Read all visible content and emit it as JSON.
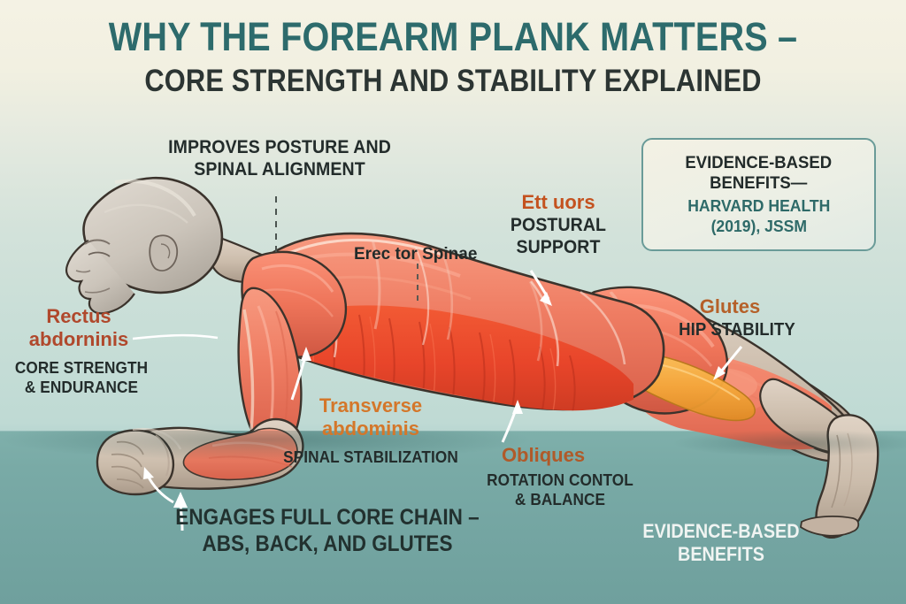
{
  "title": {
    "line1": "WHY THE FOREARM PLANK MATTERS –",
    "line2": "CORE STRENGTH AND STABILITY EXPLAINED",
    "color_primary": "#2d6b6c",
    "color_secondary": "#2c3533"
  },
  "background": {
    "top_color": "#f4f2e4",
    "mid_color": "#c8ded7",
    "floor_color": "#79aaa6"
  },
  "callouts": {
    "posture": {
      "text": "IMPROVES POSTURE AND\nSPINAL ALIGNMENT"
    },
    "erector_spinae": {
      "text": "Erec tor Spinae"
    },
    "rectus": {
      "muscle": "Rectus\nabdorninis",
      "sub": "CORE STRENGTH\n& ENDURANCE",
      "color": "#b0482c"
    },
    "erectors": {
      "muscle": "Ett uors",
      "sub": "POSTURAL\nSUPPORT",
      "color": "#c4521f"
    },
    "transverse": {
      "muscle": "Transverse\nabdominis",
      "sub": "SPINAL STABILIZATION",
      "color": "#d4772a"
    },
    "obliques": {
      "muscle": "Obliques",
      "sub": "ROTATION CONTOL\n& BALANCE",
      "color": "#b05a29"
    },
    "glutes": {
      "muscle": "Glutes",
      "sub": "HIP STABILITY",
      "color": "#b56029"
    }
  },
  "evidence_box": {
    "heading": "EVIDENCE-BASED\nBENEFITS—",
    "body": "HARVARD HEALTH\n(2019), JSSM",
    "border_color": "#6a9b98",
    "body_color": "#2e6a68"
  },
  "statements": {
    "core_chain": "ENGAGES FULL CORE CHAIN –\nABS, BACK, AND GLUTES",
    "evidence_footer": "EVIDENCE-BASED\nBENEFITS"
  },
  "figure": {
    "description": "anatomical-forearm-plank-figure",
    "skin_color": "#c9b8a8",
    "muscle_color": "#ef7d63",
    "deep_muscle_color": "#e8452a",
    "highlight_muscle_color": "#f5a83c",
    "head_color": "#cfc8bd"
  }
}
